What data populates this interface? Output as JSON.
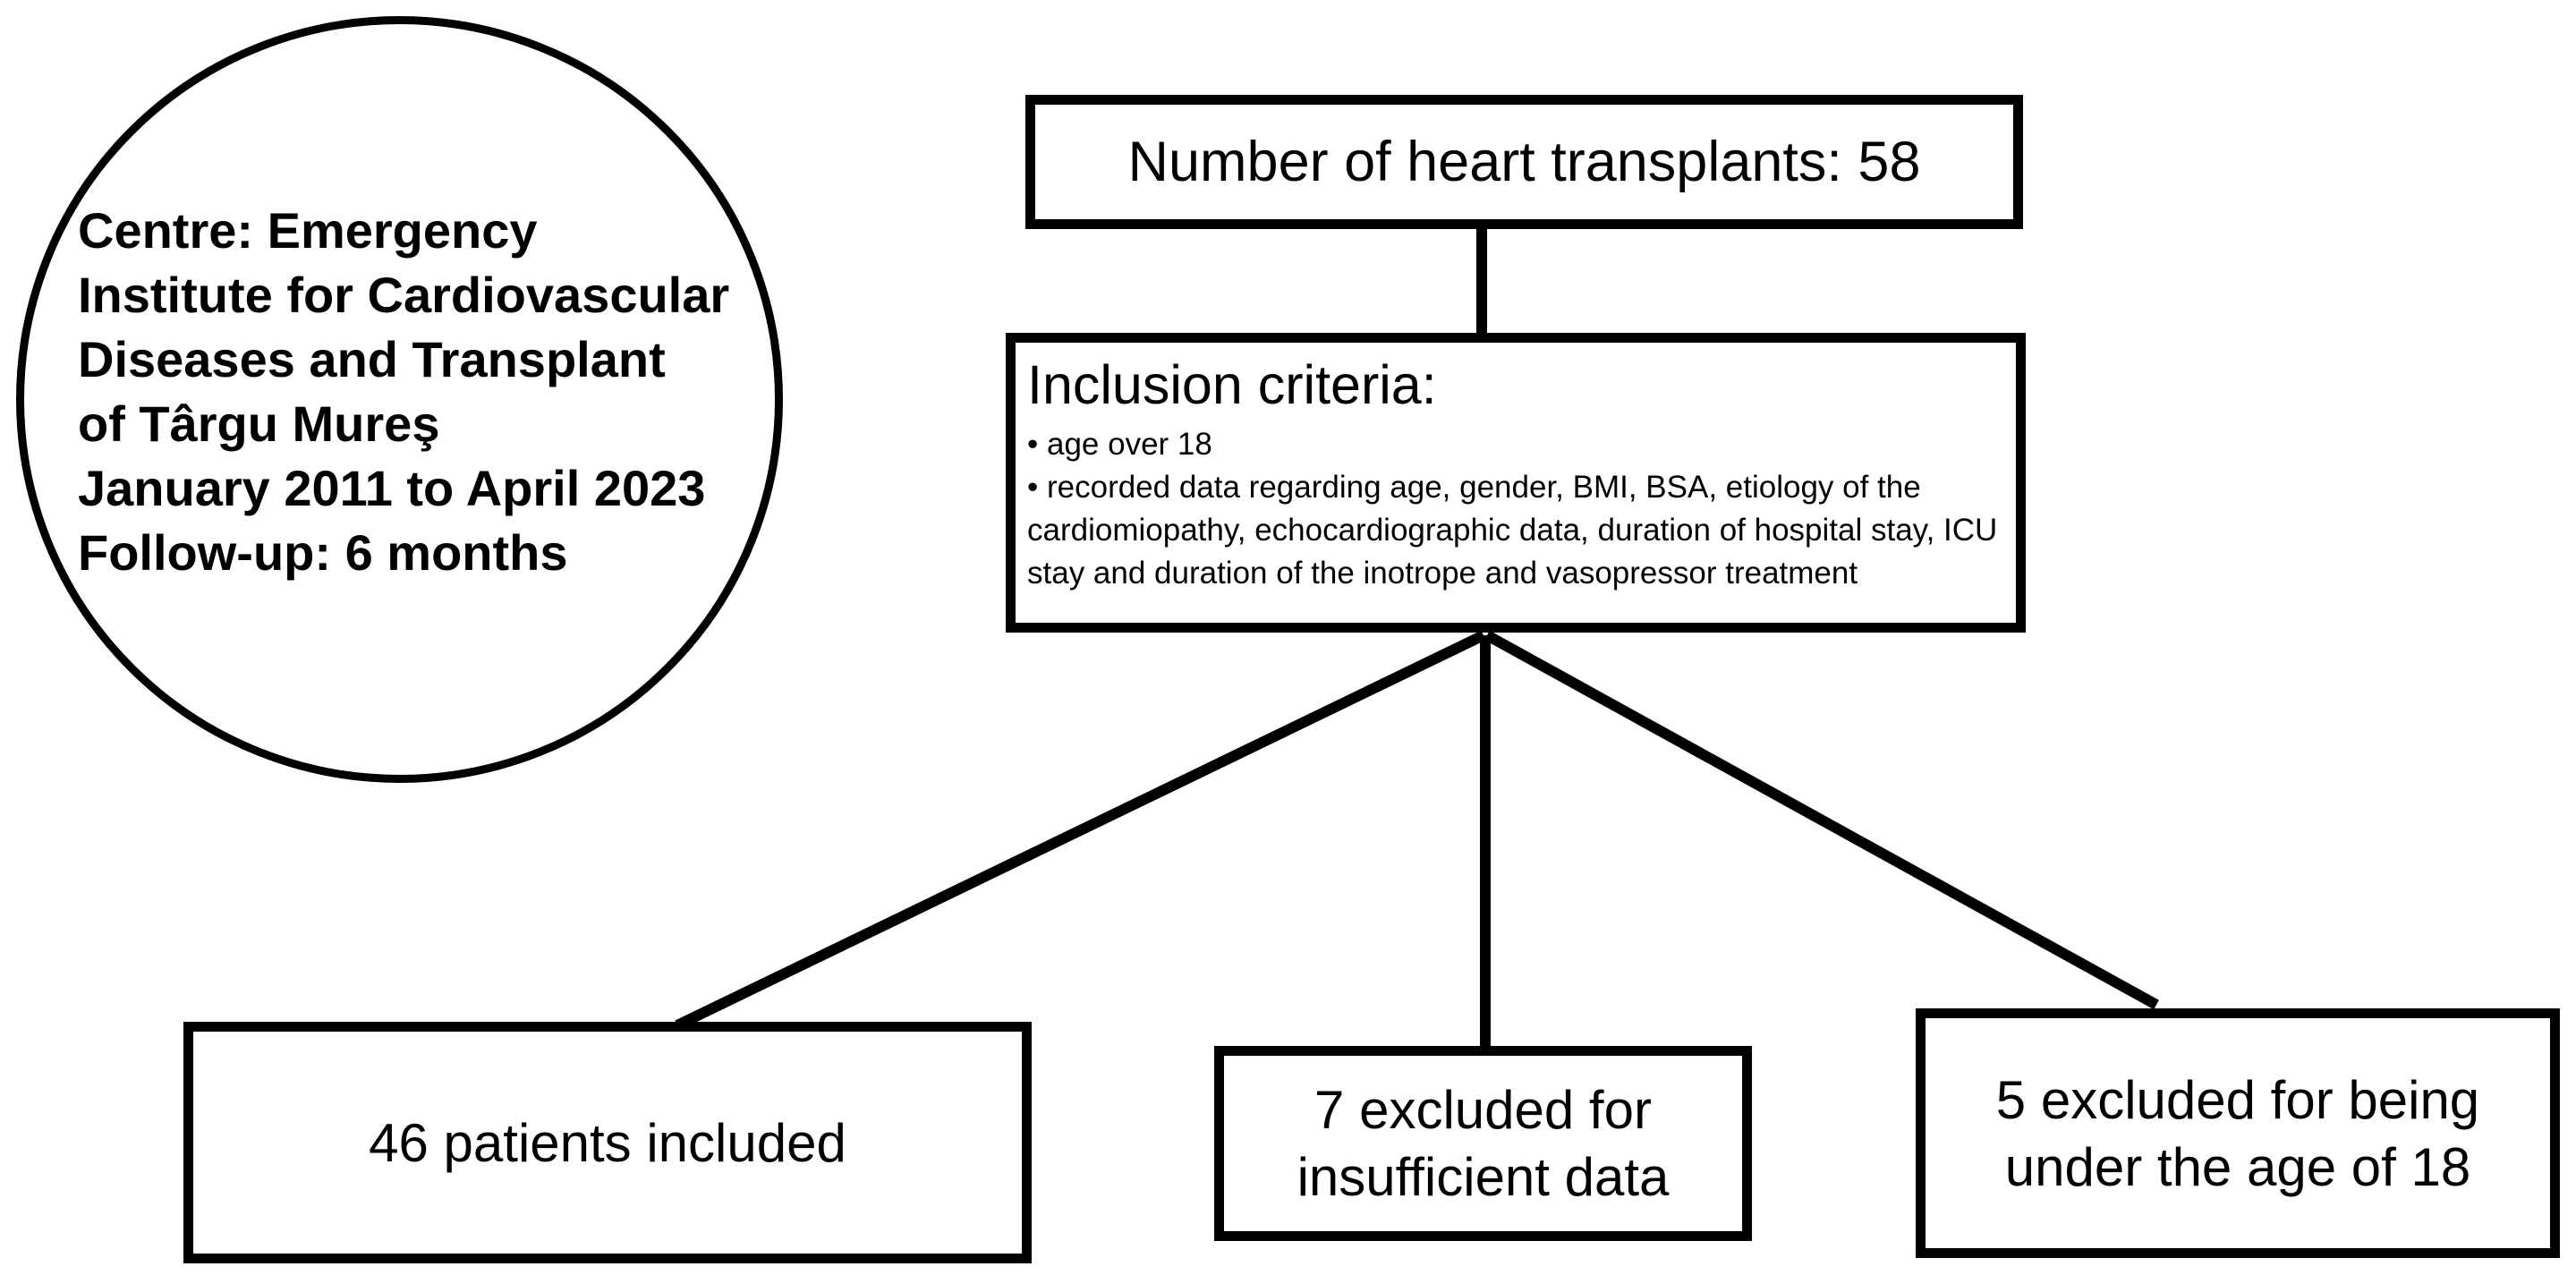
{
  "centre_info": {
    "lines": [
      "Centre: Emergency",
      "Institute for Cardiovascular",
      "Diseases and Transplant",
      "of Târgu Mureş",
      "January 2011 to April 2023",
      "Follow-up: 6 months"
    ]
  },
  "total_box": {
    "label": "Number of heart transplants: 58"
  },
  "criteria_box": {
    "title": "Inclusion criteria:",
    "items": [
      "• age over 18",
      "• recorded data regarding age, gender, BMI, BSA, etiology of the cardiomiopathy, echocardiographic data, duration of hospital stay, ICU stay and duration of the inotrope and vasopressor treatment"
    ]
  },
  "outcomes": {
    "included": "46 patients included",
    "excluded_insufficient": "7 excluded for\ninsufficient data",
    "excluded_underage": "5 excluded for being\nunder the age of 18"
  }
}
